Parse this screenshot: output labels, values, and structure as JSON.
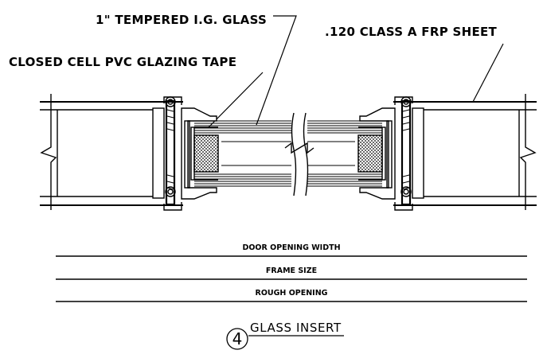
{
  "callouts": {
    "glass": "1\" TEMPERED I.G. GLASS",
    "frp": ".120 CLASS A FRP SHEET",
    "tape": "CLOSED CELL PVC GLAZING TAPE"
  },
  "dimensions": {
    "door_opening": "DOOR OPENING WIDTH",
    "frame_size": "FRAME SIZE",
    "rough_opening": "ROUGH OPENING"
  },
  "detail": {
    "number": "4",
    "title": "GLASS INSERT"
  }
}
